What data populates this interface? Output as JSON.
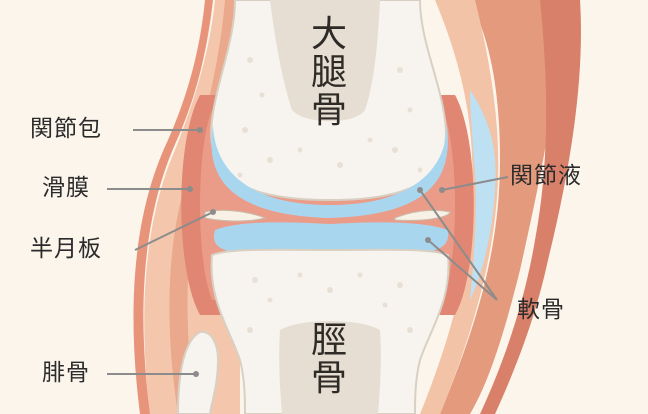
{
  "labels": {
    "joint_capsule": "関節包",
    "synovium": "滑膜",
    "meniscus": "半月板",
    "fibula": "腓骨",
    "synovial_fluid": "関節液",
    "cartilage": "軟骨"
  },
  "bones": {
    "femur": [
      "大",
      "腿",
      "骨"
    ],
    "tibia": [
      "脛",
      "骨"
    ]
  },
  "colors": {
    "background": "#fbf5ec",
    "bone": "#f7f4ef",
    "marrow": "#e6ded3",
    "cartilage": "#a9d6ef",
    "synovium": "#e08673",
    "capsule": "#f0b79a",
    "muscle": "#e39a7d",
    "leader_line": "#8c8c8c"
  }
}
